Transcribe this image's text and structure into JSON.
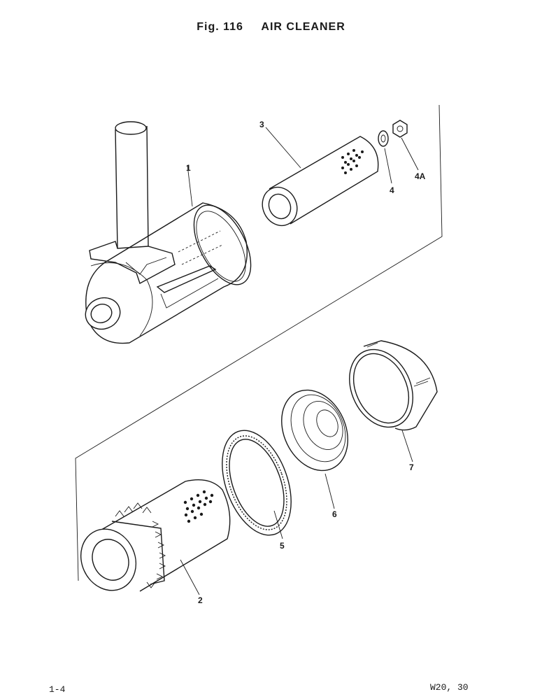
{
  "header": {
    "figure_number": "Fig. 116",
    "figure_title": "AIR CLEANER"
  },
  "footer": {
    "page_number": "1-4",
    "model_code": "W20, 30"
  },
  "callouts": [
    {
      "id": "1",
      "label": "1"
    },
    {
      "id": "2",
      "label": "2"
    },
    {
      "id": "3",
      "label": "3"
    },
    {
      "id": "4",
      "label": "4"
    },
    {
      "id": "4a",
      "label": "4A"
    },
    {
      "id": "5",
      "label": "5"
    },
    {
      "id": "6",
      "label": "6"
    },
    {
      "id": "7",
      "label": "7"
    }
  ]
}
